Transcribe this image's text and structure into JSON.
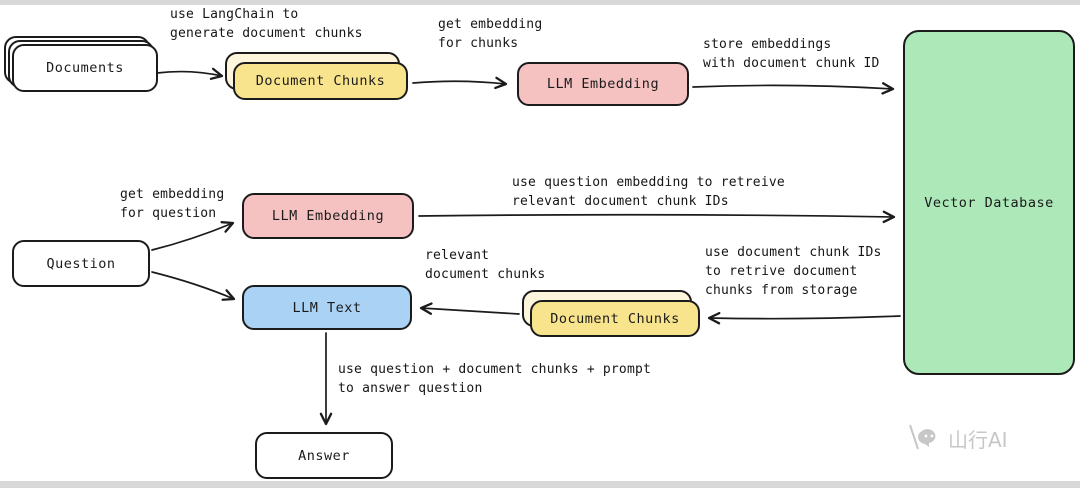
{
  "page": {
    "background": "#ffffff",
    "edge_bar_color": "#d8d8d8"
  },
  "colors": {
    "yellow_node": "#f9e48e",
    "cream_stack": "#fdf6dd",
    "pink_node": "#f5c2c1",
    "blue_node": "#a9d2f5",
    "green_node": "#ade8b9",
    "ink": "#1b1b1b",
    "watermark_gray": "#c7c7c7"
  },
  "nodes": {
    "documents": "Documents",
    "document_chunks_top": "Document Chunks",
    "llm_embedding_top": "LLM Embedding",
    "vector_database": "Vector Database",
    "llm_embedding_mid": "LLM Embedding",
    "question": "Question",
    "llm_text": "LLM Text",
    "document_chunks_bottom": "Document Chunks",
    "answer": "Answer"
  },
  "annotations": {
    "langchain": "use LangChain to\ngenerate document chunks",
    "embed_chunks": "get embedding\nfor chunks",
    "store_embeddings": "store embeddings\nwith document chunk ID",
    "embed_question": "get embedding\nfor question",
    "retrieve_ids": "use question embedding to retreive\nrelevant document chunk IDs",
    "relevant_chunks": "relevant\ndocument chunks",
    "retrieve_chunks": "use document chunk IDs\nto retrive document\nchunks from storage",
    "answer_prompt": "use question + document chunks + prompt\nto answer question"
  },
  "watermark": {
    "text": "山行AI"
  }
}
